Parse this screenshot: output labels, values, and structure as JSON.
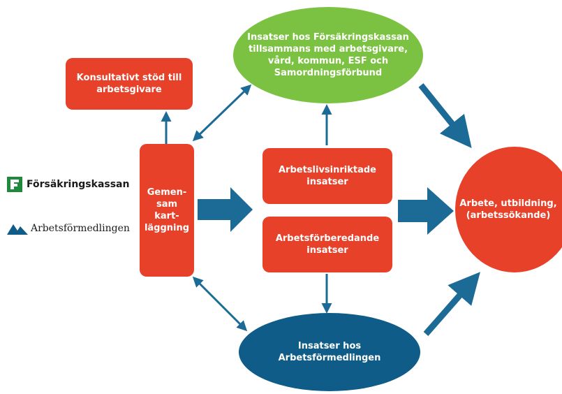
{
  "nodes": {
    "konsultativt": "Konsultativt stöd till\narbetsgivare",
    "insatser_fk": "Insatser hos Försäkringskassan\ntillsammans med arbetsgivare,\nvård, kommun, ESF och\nSamordningsförbund",
    "gemensam": "Gemen-\nsam\nkart-\nläggning",
    "arbetslivsinriktade": "Arbetslivsinriktade\ninsatser",
    "arbetsforberedande": "Arbetsförberedande\ninsatser",
    "arbete": "Arbete, utbildning,\n(arbetssökande)",
    "insatser_af": "Insatser hos\nArbetsförmedlingen"
  },
  "logos": {
    "fk_name": "Försäkringskassan",
    "af_name": "Arbetsförmedlingen",
    "fk_icon": "forsakringskassan-logo-icon",
    "af_icon": "arbetsformedlingen-logo-icon"
  },
  "colors": {
    "red": "#e8412a",
    "green": "#7cc242",
    "dark_blue": "#0f5c88",
    "arrow_blue": "#1c6a96"
  }
}
